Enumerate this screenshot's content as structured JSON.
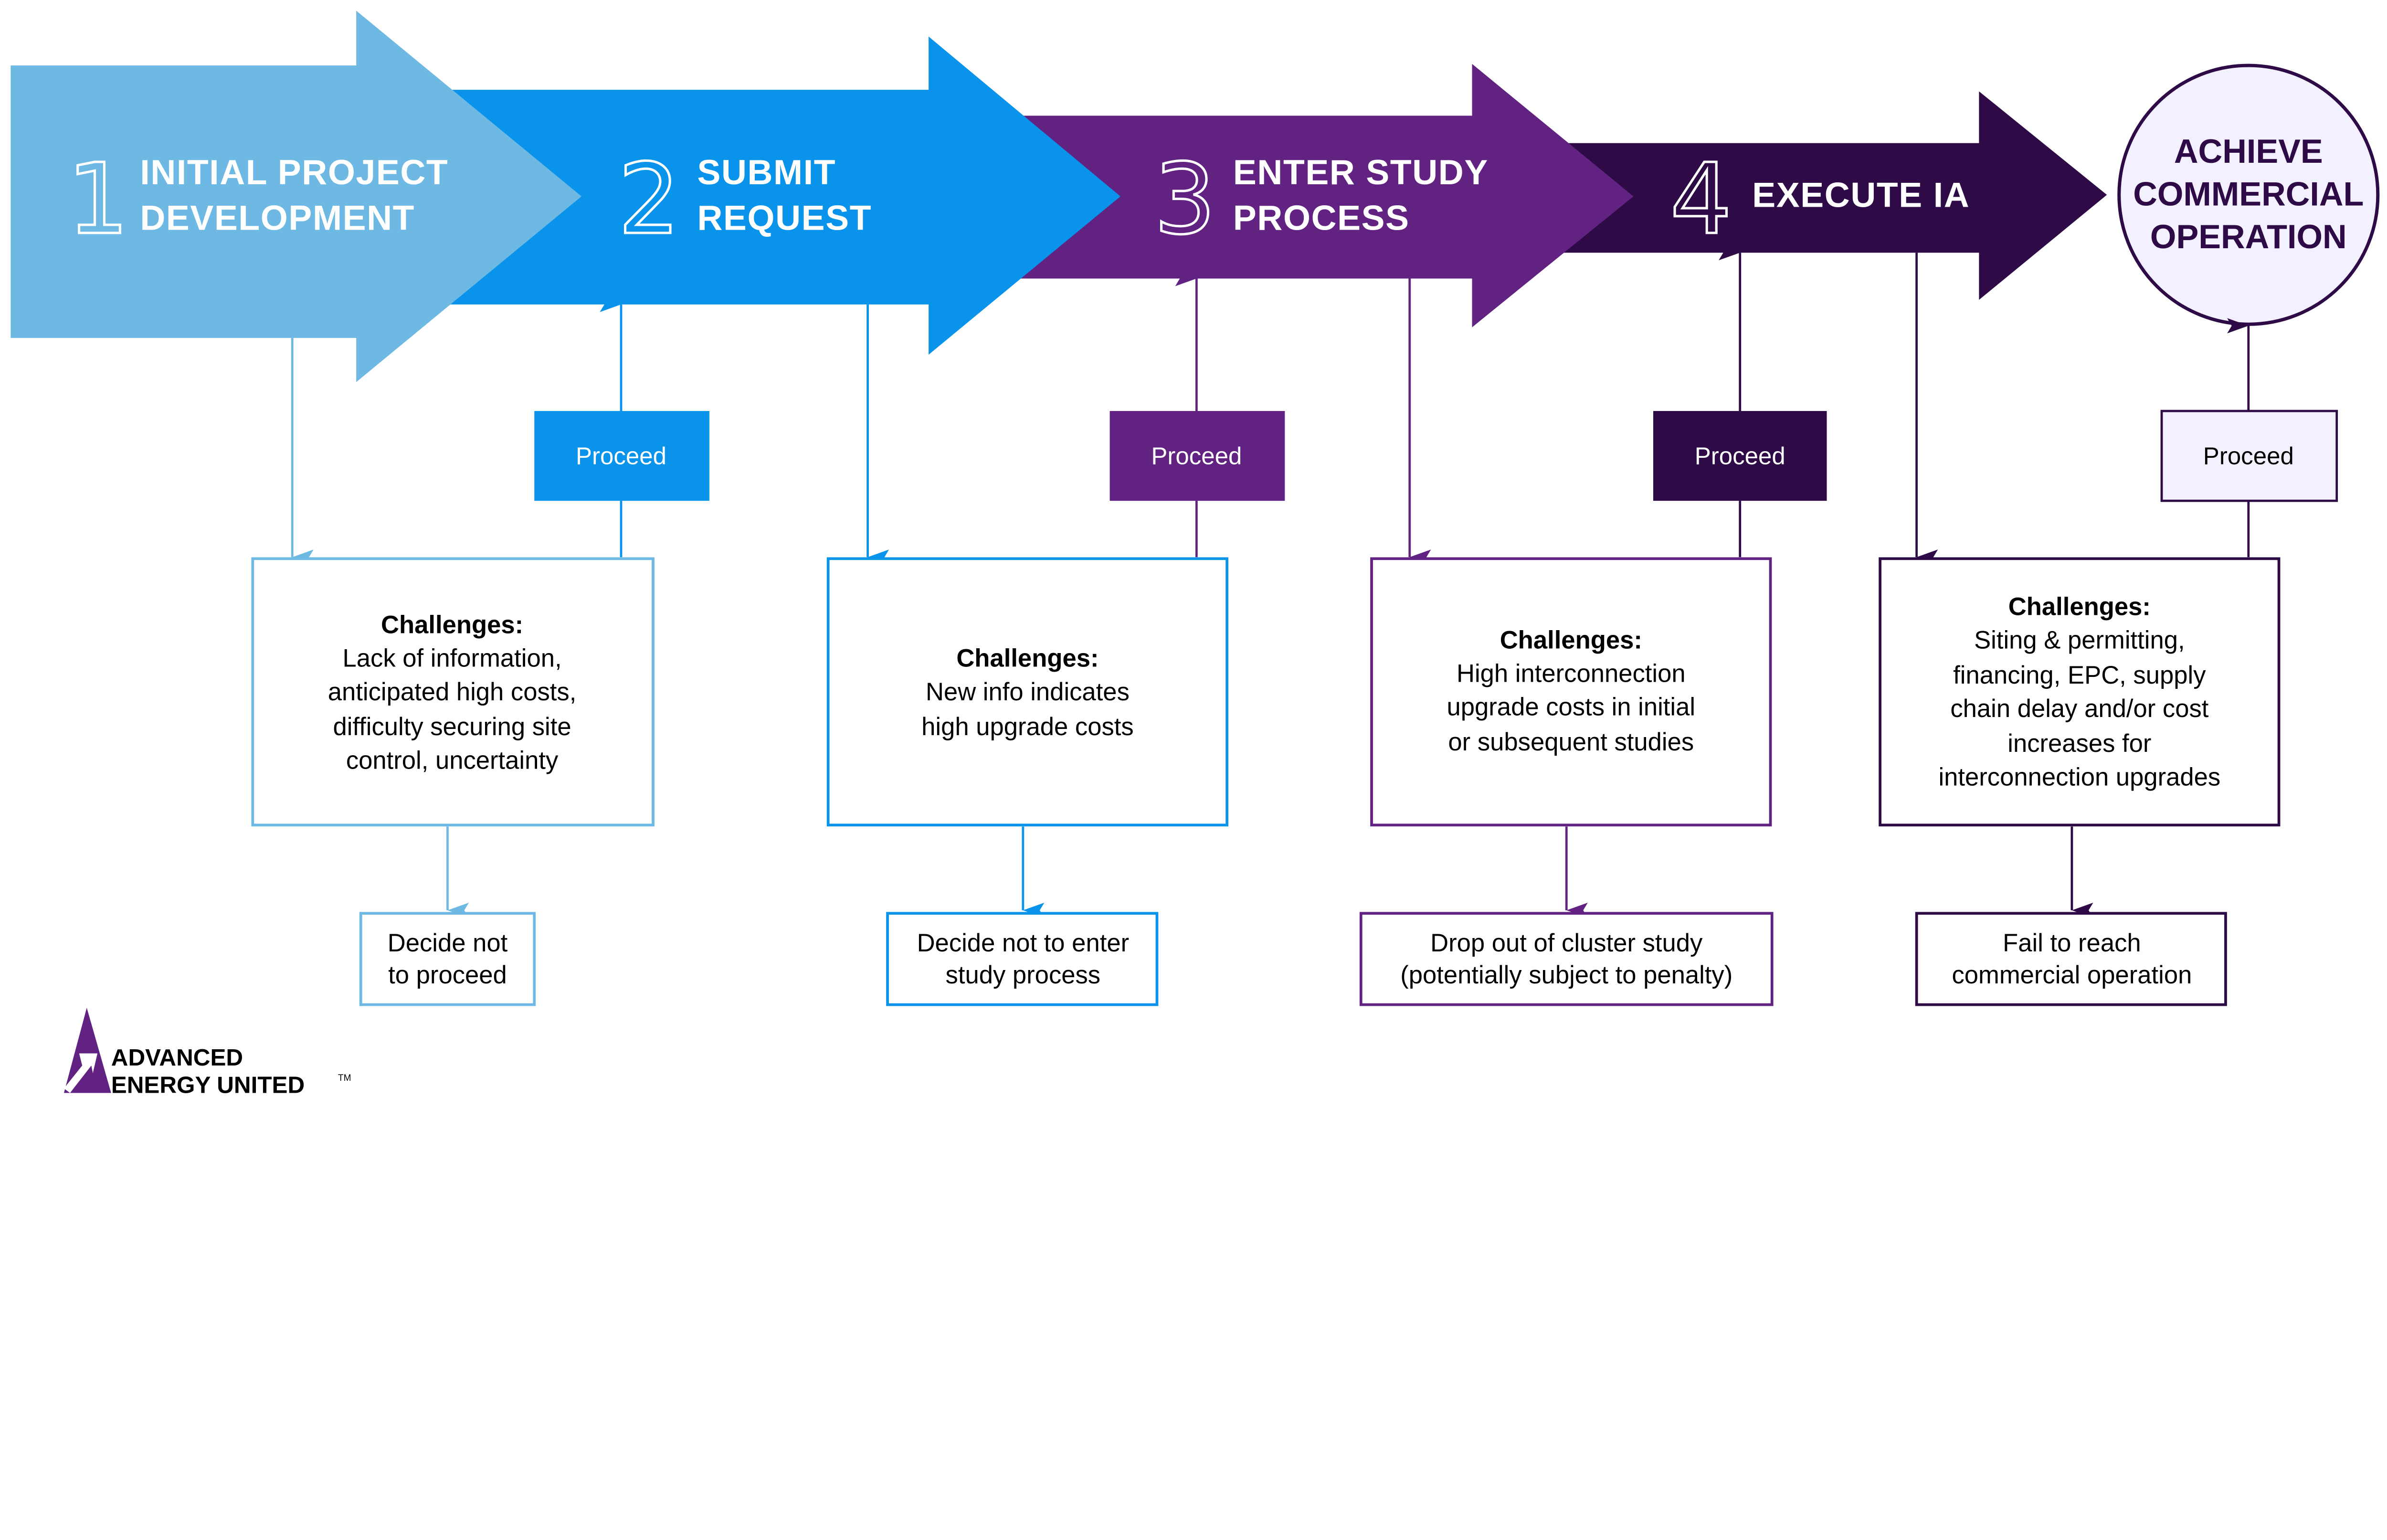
{
  "colors": {
    "stage1": "#6DB9E4",
    "stage2": "#0A93EA",
    "stage3": "#622282",
    "stage4": "#2E0A47",
    "final_fill": "#F3F1FF"
  },
  "stages": [
    {
      "number": "1",
      "title_lines": [
        "INITIAL PROJECT",
        "DEVELOPMENT"
      ],
      "proceed": "Proceed",
      "challenge_heading": "Challenges:",
      "challenge_lines": [
        "Lack of information,",
        "anticipated high costs,",
        "difficulty securing site",
        "control, uncertainty"
      ],
      "outcome_lines": [
        "Decide not",
        "to proceed"
      ]
    },
    {
      "number": "2",
      "title_lines": [
        "SUBMIT",
        "REQUEST"
      ],
      "proceed": "Proceed",
      "challenge_heading": "Challenges:",
      "challenge_lines": [
        "New info indicates",
        "high upgrade costs"
      ],
      "outcome_lines": [
        "Decide not to enter",
        "study process"
      ]
    },
    {
      "number": "3",
      "title_lines": [
        "ENTER STUDY",
        "PROCESS"
      ],
      "proceed": "Proceed",
      "challenge_heading": "Challenges:",
      "challenge_lines": [
        "High interconnection",
        "upgrade costs in initial",
        "or subsequent studies"
      ],
      "outcome_lines": [
        "Drop out of cluster study",
        "(potentially subject to penalty)"
      ]
    },
    {
      "number": "4",
      "title_lines": [
        "EXECUTE IA"
      ],
      "proceed": "Proceed",
      "challenge_heading": "Challenges:",
      "challenge_lines": [
        "Siting & permitting,",
        "financing, EPC, supply",
        "chain delay and/or cost",
        "increases for",
        "interconnection upgrades"
      ],
      "outcome_lines": [
        "Fail to reach",
        "commercial operation"
      ]
    }
  ],
  "final": {
    "title_lines": [
      "ACHIEVE",
      "COMMERCIAL",
      "OPERATION"
    ]
  },
  "logo": {
    "line1": "ADVANCED",
    "line2": "ENERGY UNITED",
    "tm": "TM"
  }
}
